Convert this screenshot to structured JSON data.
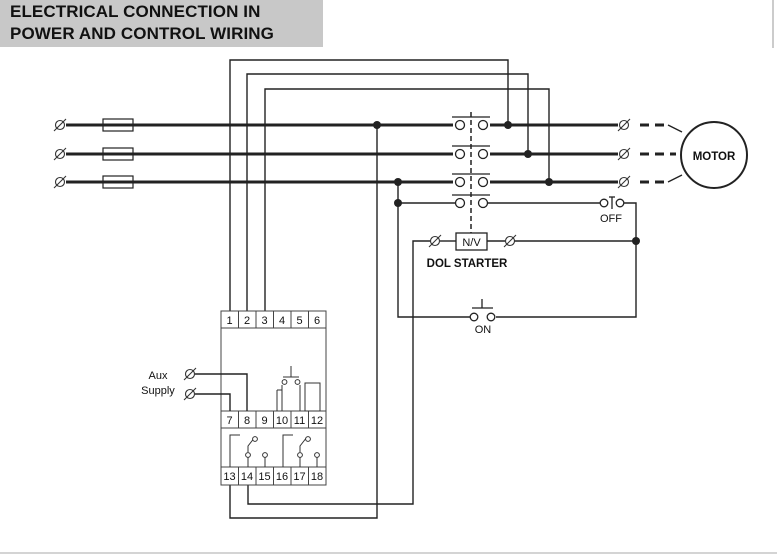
{
  "title": {
    "line1": "ELECTRICAL CONNECTION IN",
    "line2": "POWER AND CONTROL WIRING"
  },
  "labels": {
    "motor": "MOTOR",
    "off": "OFF",
    "on": "ON",
    "nv": "N/V",
    "dol_starter": "DOL STARTER",
    "aux": "Aux",
    "supply": "Supply"
  },
  "terminals": {
    "top_row": [
      "1",
      "2",
      "3",
      "4",
      "5",
      "6"
    ],
    "mid_row": [
      "7",
      "8",
      "9",
      "10",
      "11",
      "12"
    ],
    "bottom_row": [
      "13",
      "14",
      "15",
      "16",
      "17",
      "18"
    ]
  },
  "icons": {
    "terminal": "terminal-symbol",
    "fuse": "fuse-symbol",
    "contact": "contact-symbol"
  }
}
